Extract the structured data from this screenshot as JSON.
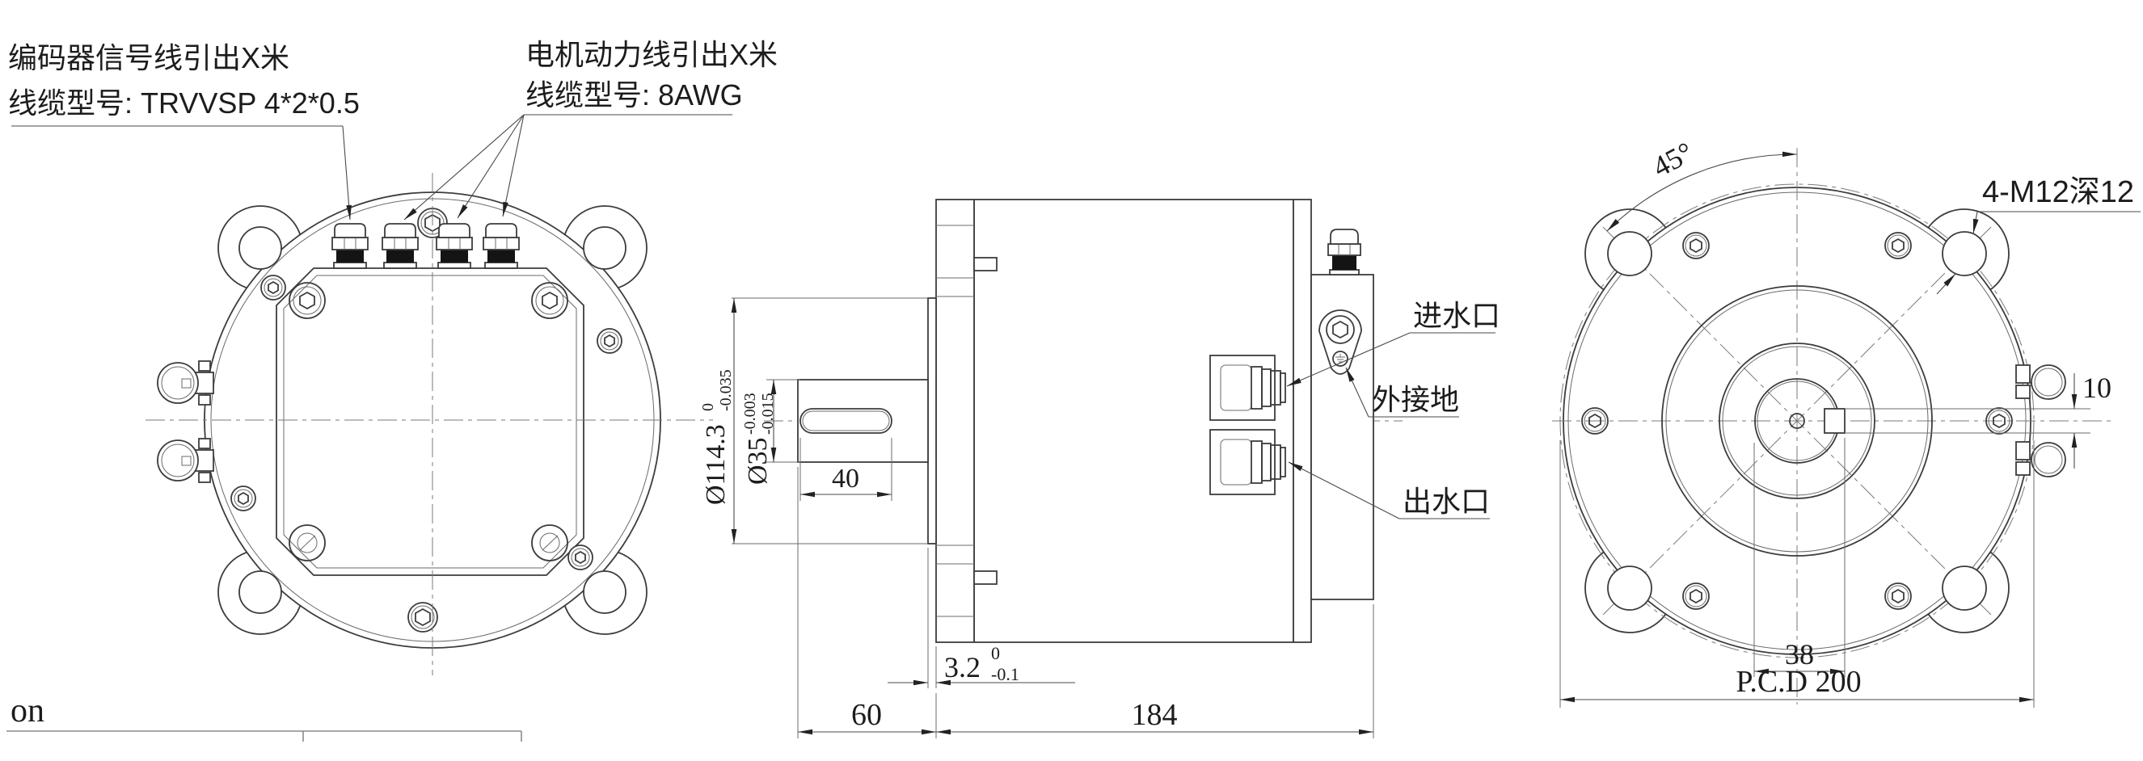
{
  "annotations": {
    "encoder_note_line1": "编码器信号线引出X米",
    "encoder_note_line2": "线缆型号: TRVVSP 4*2*0.5",
    "power_note_line1": "电机动力线引出X米",
    "power_note_line2": "线缆型号: 8AWG",
    "water_inlet": "进水口",
    "external_ground": "外接地",
    "water_outlet": "出水口",
    "thread_callout": "4-M12深12",
    "angle": "45°"
  },
  "dimensions": {
    "spigot_dia": {
      "value": "Ø114.3",
      "tol_upper": "0",
      "tol_lower": "-0.035"
    },
    "shaft_dia": {
      "value": "Ø35",
      "tol_upper": "-0.003",
      "tol_lower": "-0.015"
    },
    "key_length": "40",
    "spigot_depth": {
      "value": "3.2",
      "tol_upper": "0",
      "tol_lower": "-0.1"
    },
    "shaft_extension": "60",
    "body_length": "184",
    "key_width": "10",
    "key_offset": "38",
    "pitch_circle": "P.C.D 200"
  },
  "title_block": {
    "partial_text": "on"
  }
}
